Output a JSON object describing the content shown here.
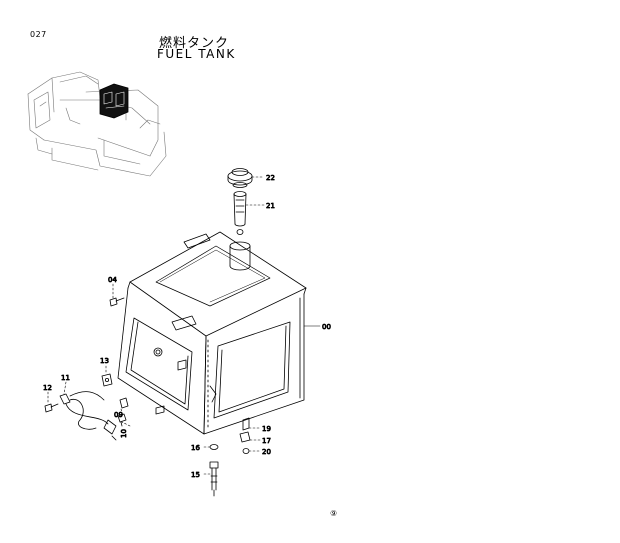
{
  "page_number": "027",
  "title_jp": "燃料タンク",
  "title_en": "FUEL  TANK",
  "footer_mark": "⑨",
  "parts": {
    "p22": "22",
    "p21": "21",
    "p00": "00",
    "p04": "04",
    "p13": "13",
    "p12": "12",
    "p11": "11",
    "p09": "09",
    "p10": "10",
    "p19": "19",
    "p17": "17",
    "p20": "20",
    "p16": "16",
    "p15": "15"
  }
}
